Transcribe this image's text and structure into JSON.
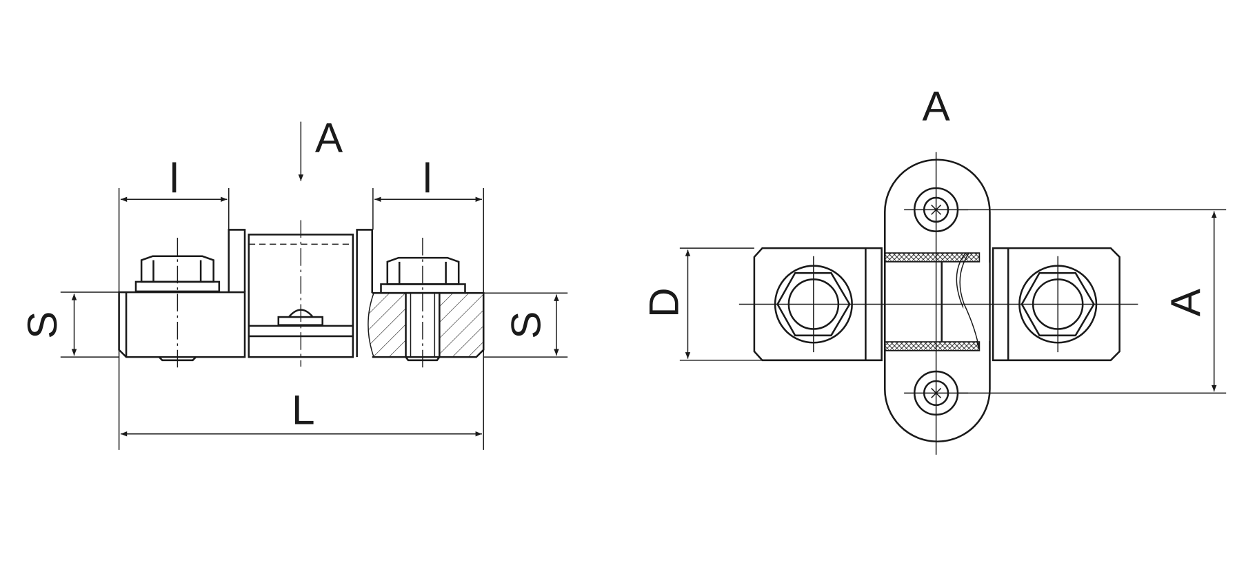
{
  "front_view": {
    "dim_l_left": "l",
    "dim_l_right": "l",
    "view_arrow": "A",
    "dim_s_left": "S",
    "dim_s_right": "S",
    "dim_L": "L"
  },
  "top_view": {
    "view_title": "A",
    "dim_d": "D",
    "dim_a": "A"
  },
  "colors": {
    "line": "#1a1a1a",
    "background": "#ffffff"
  }
}
